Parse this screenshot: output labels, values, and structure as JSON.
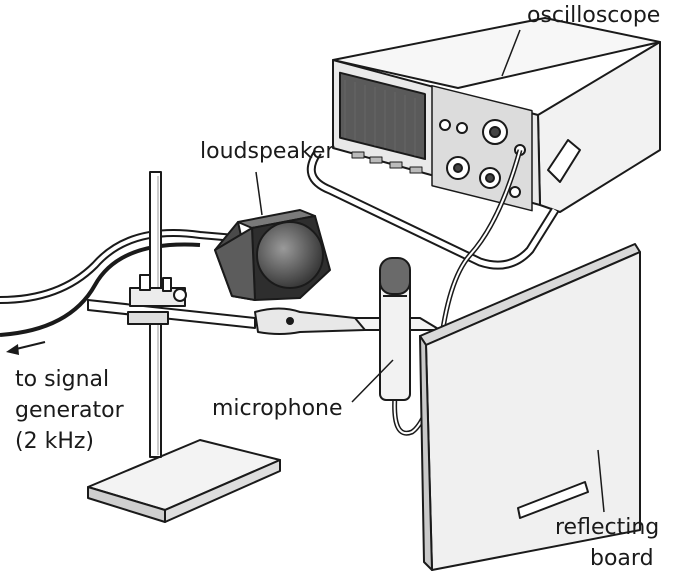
{
  "labels": {
    "oscilloscope": "oscilloscope",
    "loudspeaker": "loudspeaker",
    "to_signal_line1": "to signal",
    "to_signal_line2": "generator",
    "to_signal_line3": "(2 kHz)",
    "microphone": "microphone",
    "reflecting_line1": "reflecting",
    "reflecting_line2": "board"
  },
  "colors": {
    "outline": "#1a1a1a",
    "panel": "#e6e6e6",
    "screen": "#5a5a5a",
    "board": "#f0f0f0"
  }
}
